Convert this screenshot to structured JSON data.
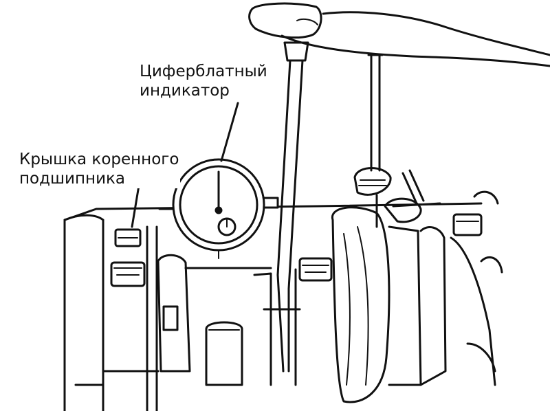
{
  "labels": {
    "dial_indicator": [
      "Циферблатный",
      "индикатор"
    ],
    "main_bearing_cap": [
      "Крышка коренного",
      "подшипника"
    ]
  },
  "colors": {
    "ink": "#111111",
    "paper": "#ffffff"
  }
}
